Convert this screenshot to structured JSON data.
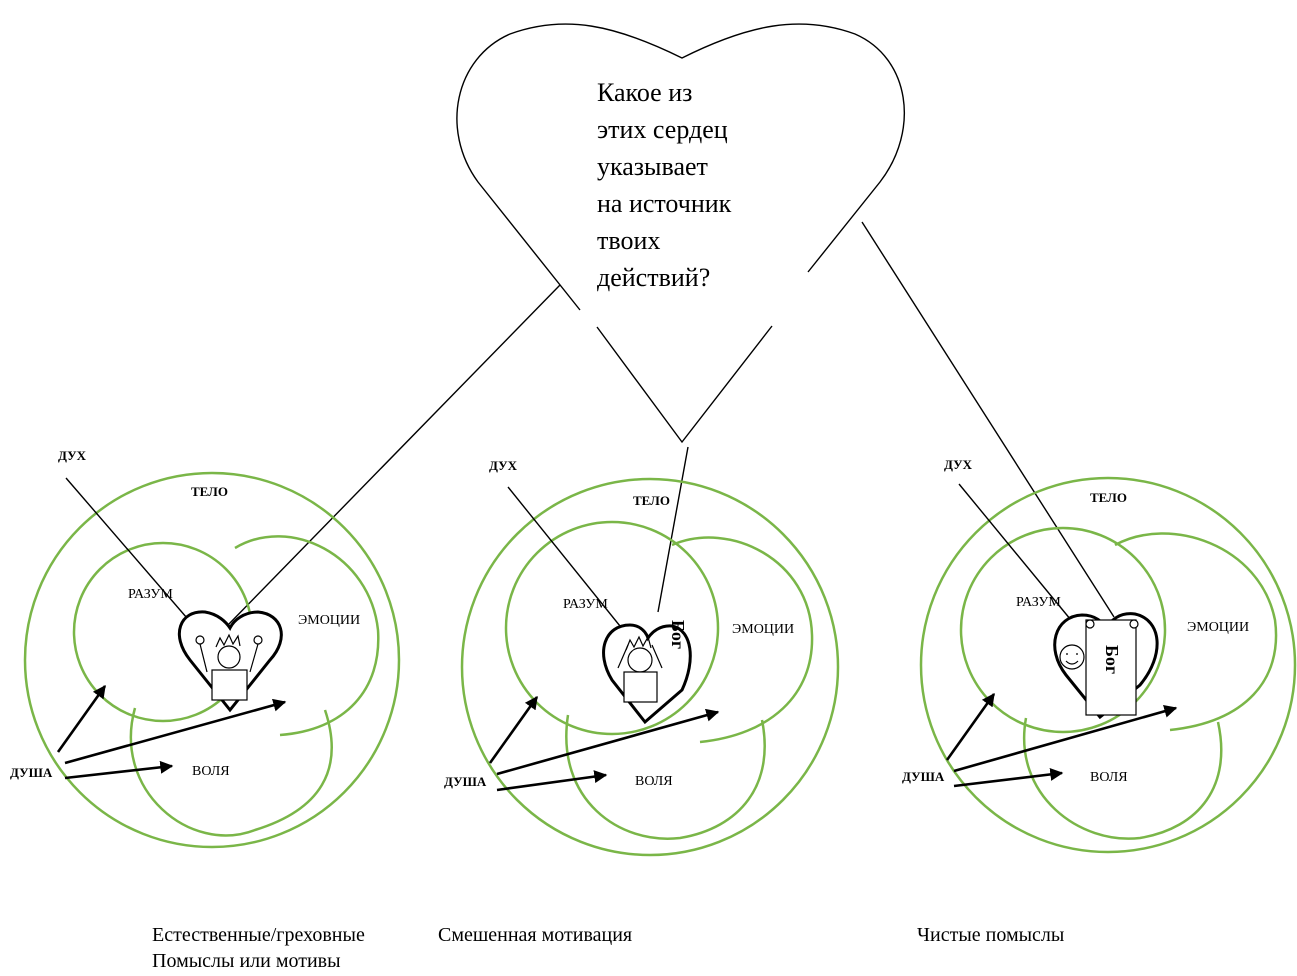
{
  "question": {
    "lines": [
      "Какое из",
      "этих сердец",
      "указывает",
      "на источник",
      "твоих",
      "действий?"
    ]
  },
  "diagrams": [
    {
      "spirit": "ДУХ",
      "body": "ТЕЛО",
      "mind": "РАЗУМ",
      "emotions": "ЭМОЦИИ",
      "will": "ВОЛЯ",
      "soul": "ДУША",
      "caption_lines": [
        "Естественные/греховные",
        "Помыслы или мотивы"
      ]
    },
    {
      "spirit": "ДУХ",
      "body": "ТЕЛО",
      "mind": "РАЗУМ",
      "emotions": "ЭМОЦИИ",
      "will": "ВОЛЯ",
      "soul": "ДУША",
      "god": "Бог",
      "caption_lines": [
        "Смешенная мотивация"
      ]
    },
    {
      "spirit": "ДУХ",
      "body": "ТЕЛО",
      "mind": "РАЗУМ",
      "emotions": "ЭМОЦИИ",
      "will": "ВОЛЯ",
      "soul": "ДУША",
      "god": "Бог",
      "caption_lines": [
        "Чистые помыслы"
      ]
    }
  ],
  "colors": {
    "ring": "#7ab648",
    "line": "#000000"
  }
}
